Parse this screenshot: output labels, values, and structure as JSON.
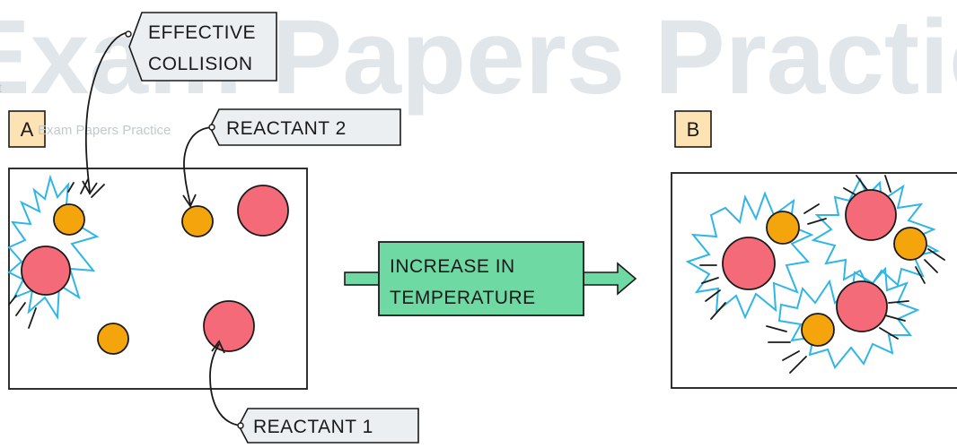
{
  "watermark": {
    "main": "Exam Papers Practice",
    "small": "Exam Papers Practice",
    "edge": "t"
  },
  "labels": {
    "effective_collision_line1": "EFFECTIVE",
    "effective_collision_line2": "COLLISION",
    "reactant_2": "REACTANT 2",
    "reactant_1": "REACTANT 1",
    "panel_a": "A",
    "panel_b": "B",
    "arrow_line1": "INCREASE IN",
    "arrow_line2": "TEMPERATURE"
  },
  "colors": {
    "reactant_1": "#f46a78",
    "reactant_2": "#f5a50c",
    "collision_burst": "#2fb6e6",
    "arrow_fill": "#6fd9a3",
    "panel_tag": "#fde2b3",
    "callout_tag": "#eceff1",
    "outline": "#1a1a1a"
  }
}
